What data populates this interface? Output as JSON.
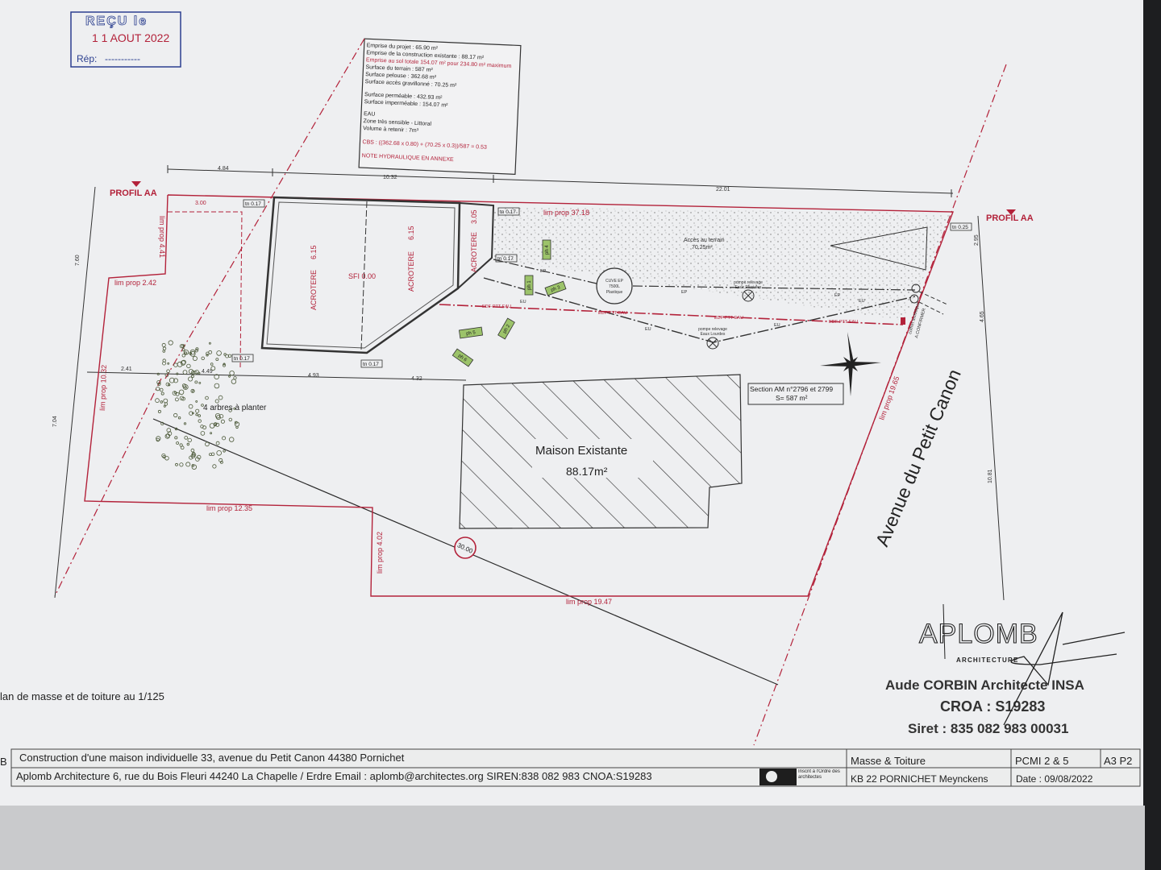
{
  "stamp": {
    "title": "REÇU le",
    "date": "1 1 AOUT 2022",
    "rep_label": "Rép:",
    "rep_value": "-----------"
  },
  "info_box": {
    "lines": [
      "Emprise du projet : 65.90 m²",
      "Emprise de la construction existante : 88.17 m²",
      "Emprise au sol totale 154.07 m² pour 234.80 m² maximum",
      "Surface du terrain : 587 m²",
      "Surface pelouse : 362.68 m²",
      "Surface accès gravillonné : 70.25 m²",
      "Surface perméable : 432.93 m²",
      "Surface imperméable : 154.07 m²",
      "EAU",
      "Zone très sensible - Littoral",
      "Volume à retenir : 7m³",
      "CBS : ((362.68 x 0.80) + (70.25 x 0.3))/587 = 0.53",
      "NOTE HYDRAULIQUE EN ANNEXE"
    ]
  },
  "plan": {
    "profil_left": "PROFIL AA",
    "profil_right": "PROFIL AA",
    "dimensions": {
      "d484": "4.84",
      "d1032": "10.32",
      "d2201": "22.01",
      "d300": "3.00",
      "d760": "7.60",
      "d704": "7.04",
      "d241": "2.41",
      "d449": "4.49",
      "d493": "4.93",
      "d432": "4.32",
      "d295": "2.95",
      "d465": "4.65",
      "d1081": "10.81"
    },
    "limits": {
      "l441": "lim prop 4.41",
      "l242": "lim prop 2.42",
      "l1032": "lim prop 10.32",
      "l1235": "lim prop 12.35",
      "l402": "lim prop 4.02",
      "l1947": "lim prop 19.47",
      "l1965": "lim prop 19.65",
      "l3718": "lim prop 37.18"
    },
    "tn": {
      "a": "tn 0.17",
      "b": "tn 0.17",
      "c": "tn 0.17",
      "d": "tn 0.17",
      "e": "tn 0.17",
      "f": "tn 0.25"
    },
    "building": {
      "acrotere1": "ACROTERE",
      "acrotere1_h": "6.15",
      "sfi": "SFI 0.00",
      "acrotere2": "ACROTERE",
      "acrotere2_h": "6.15",
      "acrotere3": "ACROTERE",
      "acrotere3_h": "3.05"
    },
    "access": {
      "label": "Accès au terrain",
      "area": "70.25m²"
    },
    "tank": {
      "l1": "CUVE EP",
      "l2": "7500L",
      "l3": "Plastique"
    },
    "pump_rain": {
      "l1": "pompe relevage",
      "l2": "Eaux Pluviales"
    },
    "pump_waste": {
      "l1": "pompe relevage",
      "l2": "Eaux Lourdes"
    },
    "networks": {
      "eu": "EU",
      "ep": "EP",
      "edf": "EDF-PTT-EAU"
    },
    "coffret": {
      "l1": "coffret technique",
      "l2": "A CONFIRMER"
    },
    "plants": [
      "ph 1",
      "ph 2",
      "ph 3",
      "ph 4",
      "ph 5",
      "ph 6"
    ],
    "section": {
      "l1": "Section AM n°2796 et 2799",
      "l2": "S= 587 m²"
    },
    "house": {
      "name": "Maison Existante",
      "area": "88.17m²"
    },
    "trees": "4 arbres à planter",
    "height_marker": "30.00",
    "street": "Avenue du Petit Canon",
    "plan_caption": "lan de masse et de toiture au 1/125"
  },
  "architect": {
    "logo": "APLOMB",
    "logo_sub": "ARCHITECTURE",
    "name": "Aude CORBIN Architecte INSA",
    "croa": "CROA : S19283",
    "siret": "Siret : 835 082 983 00031"
  },
  "title_block": {
    "prefix": "B",
    "project": "Construction d'une maison individuelle 33, avenue du Petit Canon 44380 Pornichet",
    "firm": "Aplomb Architecture 6, rue du Bois Fleuri 44240 La Chapelle / Erdre Email : aplomb@architectes.org SIREN:838 082 983  CNOA:S19283",
    "ordre": "Inscrit à l'Ordre des architectes",
    "sheet_title": "Masse & Toiture",
    "client": "KB 22 PORNICHET Meynckens",
    "pcmi": "PCMI 2 & 5",
    "format": "A3 P2",
    "date": "Date : 09/08/2022"
  },
  "colors": {
    "red": "#b3223a",
    "blue": "#2b3f8f",
    "green": "#9cc36a",
    "ink": "#2a2a2a"
  }
}
